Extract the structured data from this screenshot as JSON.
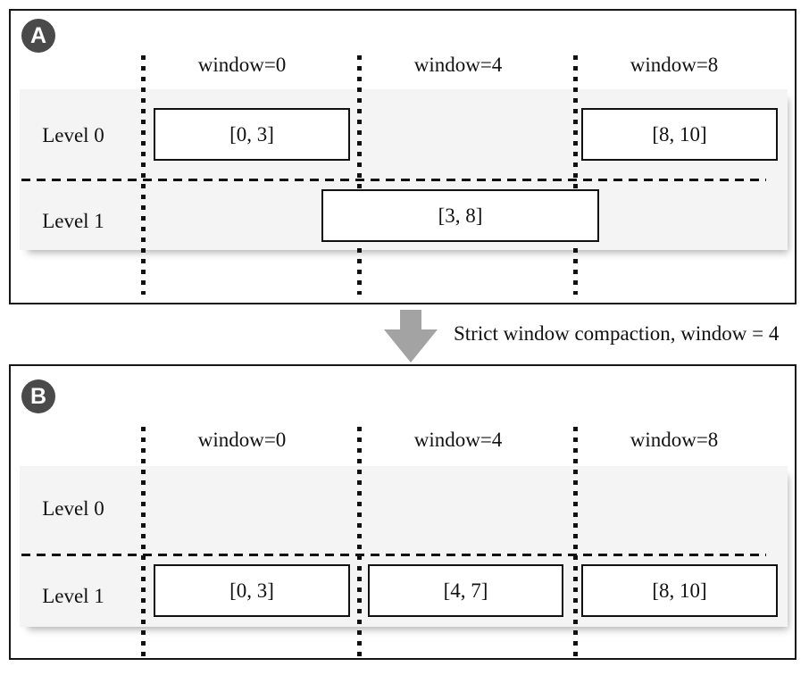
{
  "figure": {
    "transition_label": "Strict window compaction, window = 4"
  },
  "colors": {
    "badge_bg": "#4a4a4a",
    "badge_text": "#ffffff",
    "band_bg": "#f4f4f4",
    "arrow": "#a3a3a3",
    "line": "#151515"
  },
  "panels": [
    {
      "badge": "A",
      "window_labels": [
        "window=0",
        "window=4",
        "window=8"
      ],
      "levels": [
        {
          "label": "Level 0",
          "boxes": [
            {
              "label": "[0, 3]"
            },
            {
              "label": "[8, 10]"
            }
          ]
        },
        {
          "label": "Level 1",
          "boxes": [
            {
              "label": "[3, 8]"
            }
          ]
        }
      ]
    },
    {
      "badge": "B",
      "window_labels": [
        "window=0",
        "window=4",
        "window=8"
      ],
      "levels": [
        {
          "label": "Level 0",
          "boxes": []
        },
        {
          "label": "Level 1",
          "boxes": [
            {
              "label": "[0, 3]"
            },
            {
              "label": "[4, 7]"
            },
            {
              "label": "[8, 10]"
            }
          ]
        }
      ]
    }
  ]
}
